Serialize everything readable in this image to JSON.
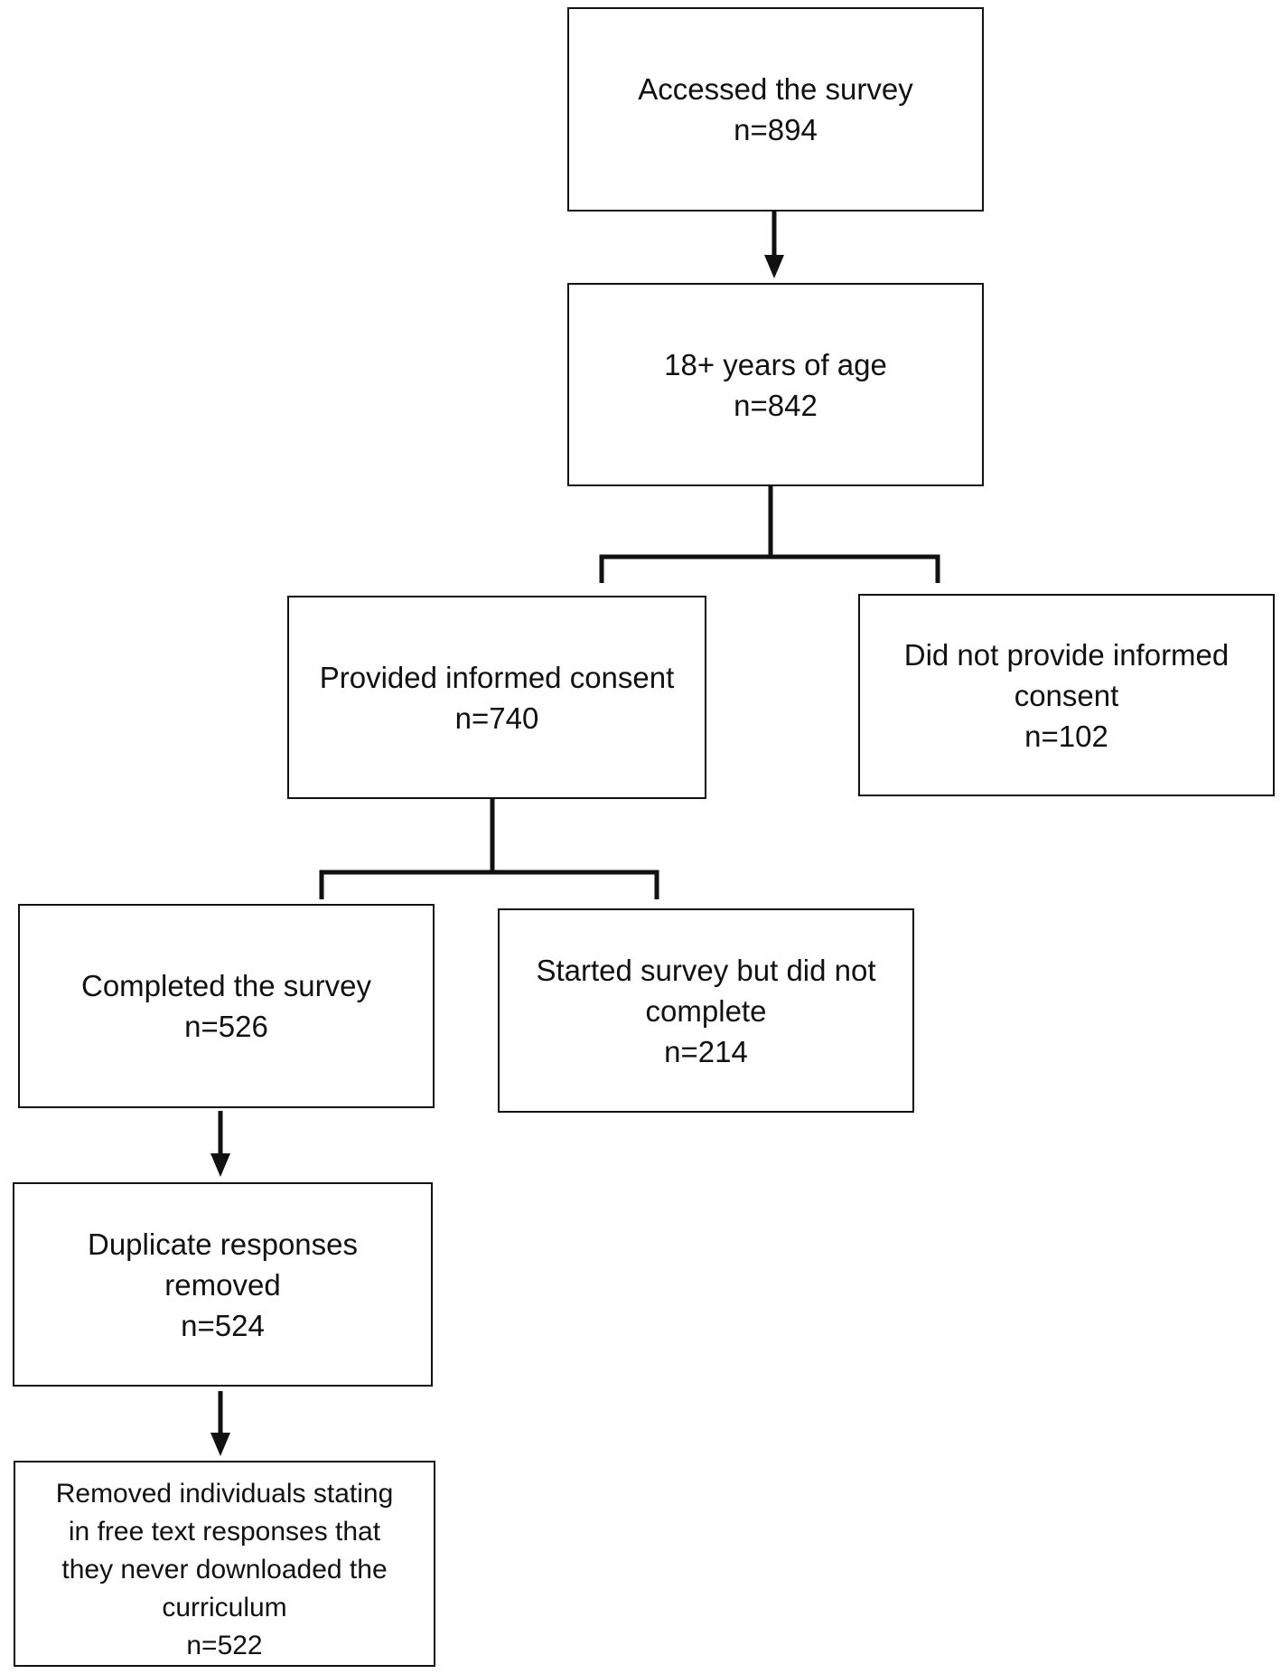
{
  "nodes": {
    "accessed": {
      "label": "Accessed the survey",
      "count": "n=894"
    },
    "age": {
      "label": "18+ years of age",
      "count": "n=842"
    },
    "consent": {
      "label": "Provided informed consent",
      "count": "n=740"
    },
    "no_consent": {
      "line1": "Did not provide informed",
      "line2": "consent",
      "count": "n=102"
    },
    "completed": {
      "label": "Completed the survey",
      "count": "n=526"
    },
    "incomplete": {
      "line1": "Started survey but did not",
      "line2": "complete",
      "count": "n=214"
    },
    "duplicates": {
      "line1": "Duplicate responses",
      "line2": "removed",
      "count": "n=524"
    },
    "removed": {
      "line1": "Removed individuals stating",
      "line2": "in free text responses that",
      "line3": "they never downloaded the",
      "line4": "curriculum",
      "count": "n=522"
    }
  }
}
